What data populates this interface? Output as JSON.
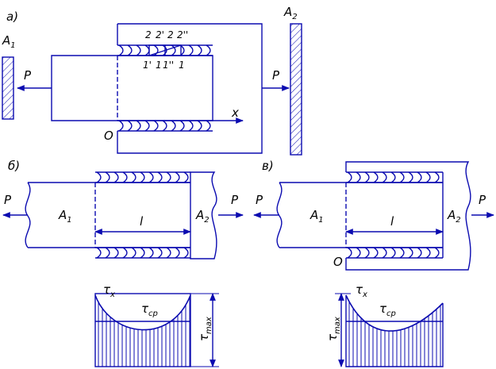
{
  "figure_a": {
    "letter": "а)",
    "plate_left_name": "A",
    "plate_left_sub": "1",
    "plate_right_name": "A",
    "plate_right_sub": "2",
    "force_left": "P",
    "force_right": "P",
    "origin": "O",
    "axis_x": "x",
    "top_marks": [
      "2",
      "2'",
      "2",
      "2''"
    ],
    "bottom_marks": [
      "1'",
      "1",
      "1''",
      "1"
    ]
  },
  "figure_b": {
    "letter": "б)",
    "force_left": "P",
    "force_right": "P",
    "plate_left_name": "A",
    "plate_left_sub": "1",
    "plate_right_name": "A",
    "plate_right_sub": "2",
    "length": "l"
  },
  "figure_v": {
    "letter": "в)",
    "force_left": "P",
    "force_right": "P",
    "plate_left_name": "A",
    "plate_left_sub": "1",
    "plate_right_name": "A",
    "plate_right_sub": "2",
    "length": "l",
    "origin": "O"
  },
  "diagram_left": {
    "tau": "τ",
    "tau_sub": "x",
    "tau_avg_sub": "ср",
    "tau_max_sub": "max"
  },
  "diagram_right": {
    "tau": "τ",
    "tau_sub": "x",
    "tau_avg_sub": "ср",
    "tau_max_sub": "max"
  },
  "colors": {
    "line": "#0b0bb0",
    "text": "#000000"
  }
}
